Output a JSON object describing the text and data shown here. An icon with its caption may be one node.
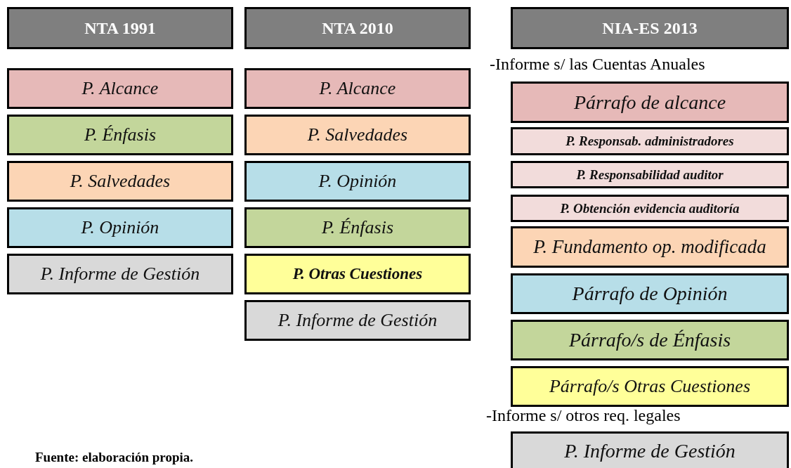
{
  "diagram": {
    "caption": "Fuente: elaboración propia.",
    "nodes": [
      {
        "text": [
          "NTA 1991"
        ]
      },
      {
        "text": [
          "P. Alcance"
        ]
      },
      {
        "text": [
          "P. Énfasis"
        ]
      },
      {
        "text": [
          "P. Salvedades"
        ]
      },
      {
        "text": [
          "P. Opinión"
        ]
      },
      {
        "text": [
          "P. Informe de Gestión"
        ]
      },
      {
        "text": [
          "NTA 2010"
        ]
      },
      {
        "text": [
          "P. Alcance"
        ]
      },
      {
        "text": [
          "P. Salvedades"
        ]
      },
      {
        "text": [
          "P. Opinión"
        ]
      },
      {
        "text": [
          "P. Énfasis"
        ]
      },
      {
        "text": [
          "P. Otras Cuestiones"
        ]
      },
      {
        "text": [
          "P. Informe de Gestión"
        ]
      },
      {
        "text": [
          "NIA-ES 2013"
        ]
      },
      {
        "text": [
          "Párrafo de alcance"
        ]
      },
      {
        "text": [
          "P. Responsab. administradores"
        ]
      },
      {
        "text": [
          "P. Responsabilidad auditor"
        ]
      },
      {
        "text": [
          "P. Obtención evidencia auditoría"
        ]
      },
      {
        "text": [
          "P. Fundamento op. modificada"
        ]
      },
      {
        "text": [
          "Párrafo de Opinión"
        ]
      },
      {
        "text": [
          "Párrafo/s de Énfasis"
        ]
      },
      {
        "text": [
          "Párrafo/s Otras Cuestiones"
        ]
      },
      {
        "text": [
          "P. Informe de Gestión"
        ]
      }
    ],
    "labels": [
      "-Informe s/ las Cuentas Anuales",
      "-Informe s/ otros req. legales"
    ]
  }
}
